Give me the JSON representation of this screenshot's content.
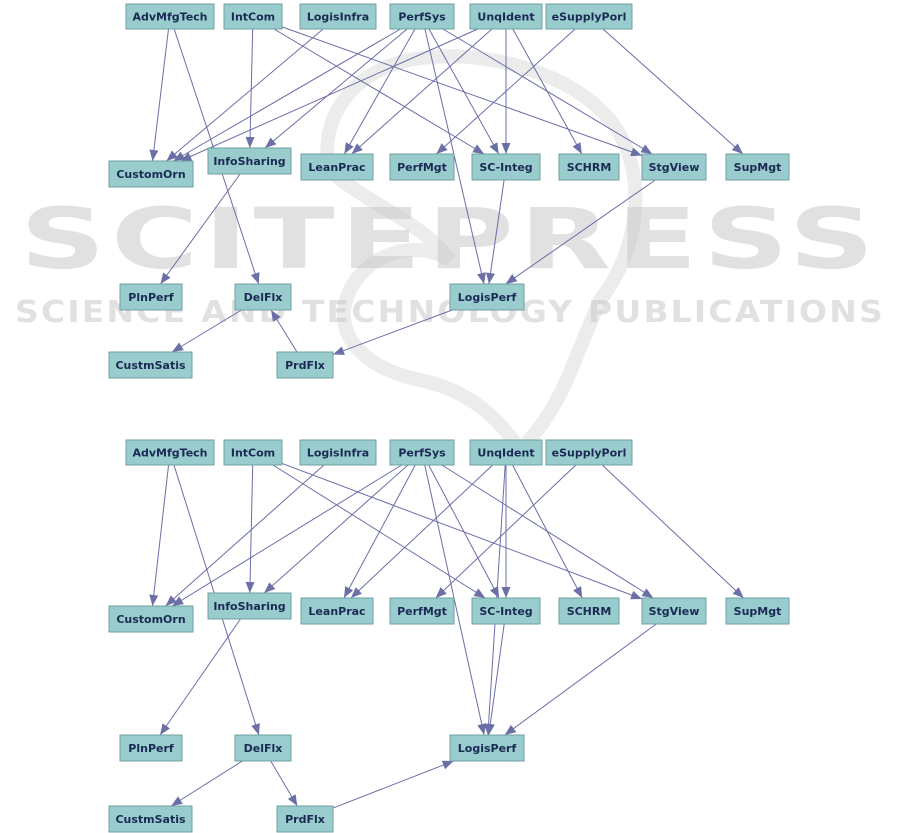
{
  "watermark": {
    "title": "SCITEPRESS",
    "subtitle": "SCIENCE AND TECHNOLOGY PUBLICATIONS"
  },
  "diagrams": [
    {
      "nodes": [
        {
          "id": "AdvMfgTech",
          "label": "AdvMfgTech"
        },
        {
          "id": "IntCom",
          "label": "IntCom"
        },
        {
          "id": "LogisInfra",
          "label": "LogisInfra"
        },
        {
          "id": "PerfSys",
          "label": "PerfSys"
        },
        {
          "id": "UnqIdent",
          "label": "UnqIdent"
        },
        {
          "id": "eSupplyPorl",
          "label": "eSupplyPorl"
        },
        {
          "id": "CustomOrn",
          "label": "CustomOrn"
        },
        {
          "id": "InfoSharing",
          "label": "InfoSharing"
        },
        {
          "id": "LeanPrac",
          "label": "LeanPrac"
        },
        {
          "id": "PerfMgt",
          "label": "PerfMgt"
        },
        {
          "id": "SC-Integ",
          "label": "SC-Integ"
        },
        {
          "id": "SCHRM",
          "label": "SCHRM"
        },
        {
          "id": "StgView",
          "label": "StgView"
        },
        {
          "id": "SupMgt",
          "label": "SupMgt"
        },
        {
          "id": "PlnPerf",
          "label": "PlnPerf"
        },
        {
          "id": "DelFlx",
          "label": "DelFlx"
        },
        {
          "id": "LogisPerf",
          "label": "LogisPerf"
        },
        {
          "id": "CustmSatis",
          "label": "CustmSatis"
        },
        {
          "id": "PrdFlx",
          "label": "PrdFlx"
        }
      ],
      "edges": [
        [
          "AdvMfgTech",
          "CustomOrn"
        ],
        [
          "AdvMfgTech",
          "DelFlx"
        ],
        [
          "IntCom",
          "InfoSharing"
        ],
        [
          "IntCom",
          "SC-Integ"
        ],
        [
          "IntCom",
          "StgView"
        ],
        [
          "LogisInfra",
          "CustomOrn"
        ],
        [
          "PerfSys",
          "InfoSharing"
        ],
        [
          "PerfSys",
          "LeanPrac"
        ],
        [
          "PerfSys",
          "SC-Integ"
        ],
        [
          "PerfSys",
          "StgView"
        ],
        [
          "PerfSys",
          "LogisPerf"
        ],
        [
          "PerfSys",
          "CustomOrn"
        ],
        [
          "UnqIdent",
          "LeanPrac"
        ],
        [
          "UnqIdent",
          "SC-Integ"
        ],
        [
          "UnqIdent",
          "SCHRM"
        ],
        [
          "UnqIdent",
          "CustomOrn"
        ],
        [
          "eSupplyPorl",
          "PerfMgt"
        ],
        [
          "eSupplyPorl",
          "SupMgt"
        ],
        [
          "InfoSharing",
          "PlnPerf"
        ],
        [
          "SC-Integ",
          "LogisPerf"
        ],
        [
          "StgView",
          "LogisPerf"
        ],
        [
          "DelFlx",
          "CustmSatis"
        ],
        [
          "PrdFlx",
          "DelFlx"
        ],
        [
          "LogisPerf",
          "PrdFlx"
        ]
      ]
    },
    {
      "nodes": [
        {
          "id": "AdvMfgTech",
          "label": "AdvMfgTech"
        },
        {
          "id": "IntCom",
          "label": "IntCom"
        },
        {
          "id": "LogisInfra",
          "label": "LogisInfra"
        },
        {
          "id": "PerfSys",
          "label": "PerfSys"
        },
        {
          "id": "UnqIdent",
          "label": "UnqIdent"
        },
        {
          "id": "eSupplyPorl",
          "label": "eSupplyPorl"
        },
        {
          "id": "CustomOrn",
          "label": "CustomOrn"
        },
        {
          "id": "InfoSharing",
          "label": "InfoSharing"
        },
        {
          "id": "LeanPrac",
          "label": "LeanPrac"
        },
        {
          "id": "PerfMgt",
          "label": "PerfMgt"
        },
        {
          "id": "SC-Integ",
          "label": "SC-Integ"
        },
        {
          "id": "SCHRM",
          "label": "SCHRM"
        },
        {
          "id": "StgView",
          "label": "StgView"
        },
        {
          "id": "SupMgt",
          "label": "SupMgt"
        },
        {
          "id": "PlnPerf",
          "label": "PlnPerf"
        },
        {
          "id": "DelFlx",
          "label": "DelFlx"
        },
        {
          "id": "LogisPerf",
          "label": "LogisPerf"
        },
        {
          "id": "CustmSatis",
          "label": "CustmSatis"
        },
        {
          "id": "PrdFlx",
          "label": "PrdFlx"
        }
      ],
      "edges": [
        [
          "AdvMfgTech",
          "CustomOrn"
        ],
        [
          "AdvMfgTech",
          "DelFlx"
        ],
        [
          "IntCom",
          "InfoSharing"
        ],
        [
          "IntCom",
          "SC-Integ"
        ],
        [
          "IntCom",
          "StgView"
        ],
        [
          "LogisInfra",
          "CustomOrn"
        ],
        [
          "PerfSys",
          "InfoSharing"
        ],
        [
          "PerfSys",
          "LeanPrac"
        ],
        [
          "PerfSys",
          "SC-Integ"
        ],
        [
          "PerfSys",
          "StgView"
        ],
        [
          "PerfSys",
          "LogisPerf"
        ],
        [
          "PerfSys",
          "CustomOrn"
        ],
        [
          "UnqIdent",
          "LeanPrac"
        ],
        [
          "UnqIdent",
          "SC-Integ"
        ],
        [
          "UnqIdent",
          "SCHRM"
        ],
        [
          "UnqIdent",
          "LogisPerf"
        ],
        [
          "eSupplyPorl",
          "PerfMgt"
        ],
        [
          "eSupplyPorl",
          "SupMgt"
        ],
        [
          "InfoSharing",
          "PlnPerf"
        ],
        [
          "SC-Integ",
          "LogisPerf"
        ],
        [
          "StgView",
          "LogisPerf"
        ],
        [
          "DelFlx",
          "CustmSatis"
        ],
        [
          "DelFlx",
          "PrdFlx"
        ],
        [
          "PrdFlx",
          "LogisPerf"
        ]
      ]
    }
  ]
}
